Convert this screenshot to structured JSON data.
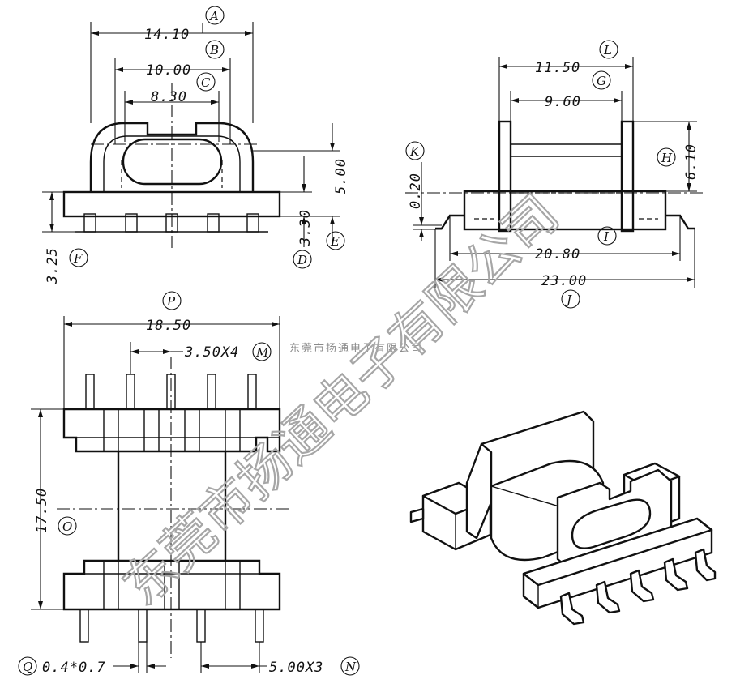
{
  "dimensions": {
    "a": "14.10",
    "b": "10.00",
    "c": "8.30",
    "d": "3.30",
    "e": "5.00",
    "f": "3.25",
    "g": "9.60",
    "h": "6.10",
    "i": "20.80",
    "j": "23.00",
    "k": "0.20",
    "l": "11.50",
    "m": "3.50X4",
    "n": "5.00X3",
    "o": "17.50",
    "p": "18.50",
    "q": "0.4*0.7"
  },
  "labels": {
    "a": "A",
    "b": "B",
    "c": "C",
    "d": "D",
    "e": "E",
    "f": "F",
    "g": "G",
    "h": "H",
    "i": "I",
    "j": "J",
    "k": "K",
    "l": "L",
    "m": "M",
    "n": "N",
    "o": "O",
    "p": "P",
    "q": "Q"
  },
  "watermark": {
    "small": "东莞市扬通电子有限公司",
    "large": "东莞市扬通电子有限公司"
  }
}
